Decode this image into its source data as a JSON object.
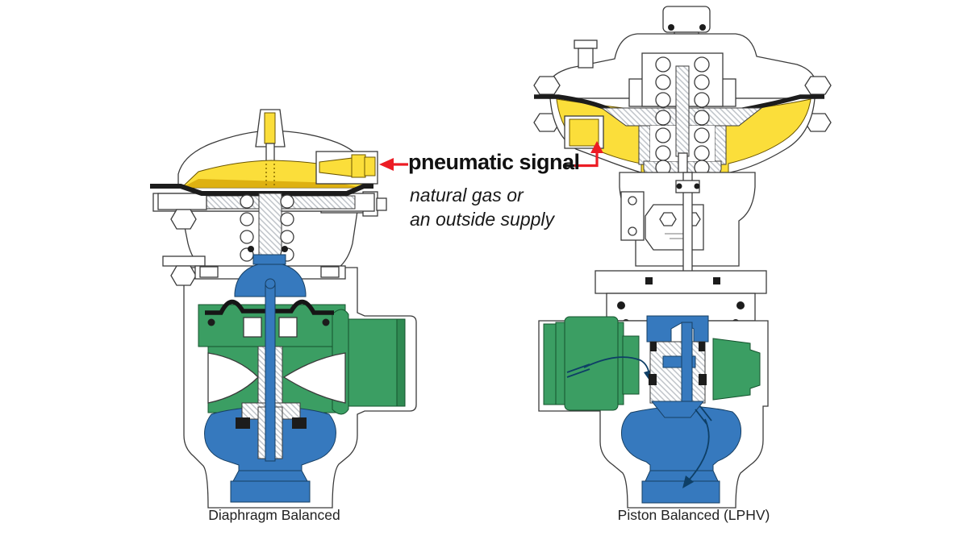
{
  "annotation": {
    "label": "pneumatic signal",
    "sub_line1": "natural gas or",
    "sub_line2": "an outside supply"
  },
  "captions": {
    "left": "Diaphragm Balanced",
    "right": "Piston Balanced (LPHV)"
  },
  "colors": {
    "signal_yellow": "#FBDE3A",
    "signal_gold": "#D8A90A",
    "body_green": "#3B9E63",
    "body_green_dark": "#2F8A52",
    "flow_blue": "#3679BE",
    "arrow_red": "#EC1C24",
    "line_black": "#1C1C1C",
    "outline_gray": "#3B3B3B",
    "flow_arrow_blue": "#0E3F66",
    "hatch_gray": "#B9BEC4"
  },
  "icons": {
    "arrow_left": "arrow-left-icon",
    "arrow_up": "arrow-up-icon"
  }
}
